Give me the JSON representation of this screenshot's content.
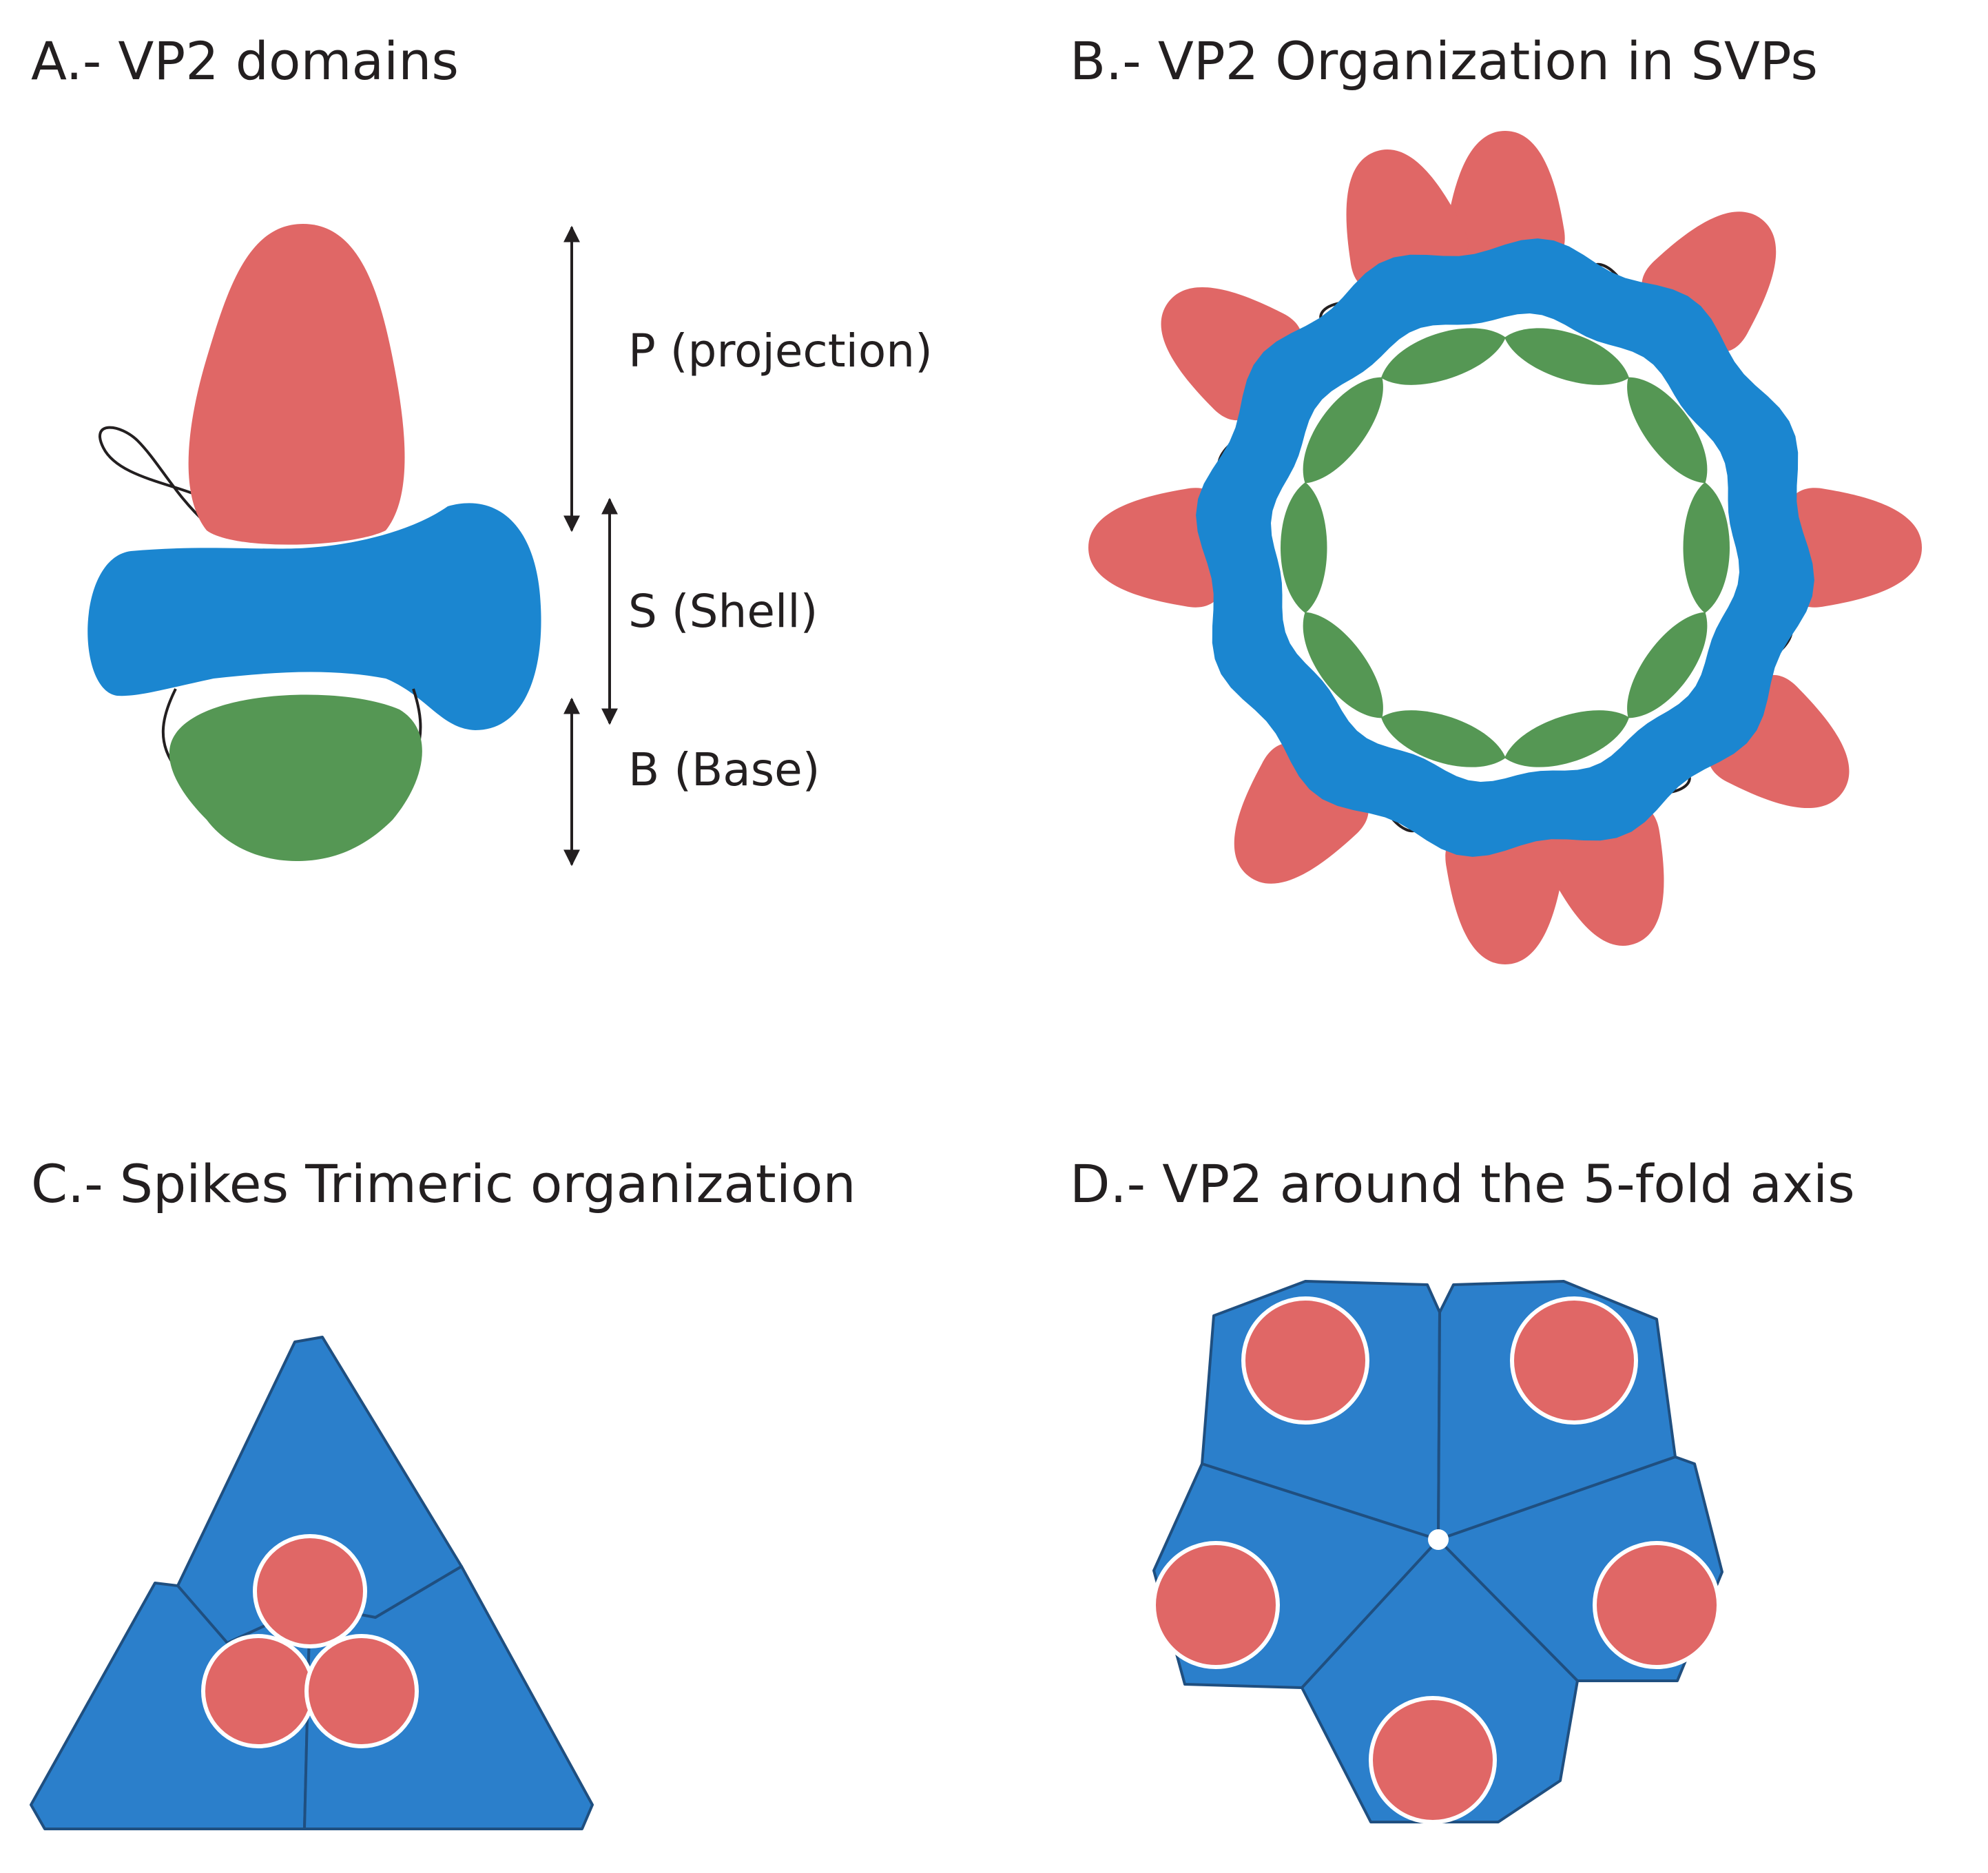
{
  "panels": {
    "a": {
      "title": "A.- VP2 domains",
      "labels": {
        "projection": "P (projection)",
        "shell": "S (Shell)",
        "base": "B (Base)"
      }
    },
    "b": {
      "title": "B.- VP2 Organization in SVPs"
    },
    "c": {
      "title": "C.- Spikes Trimeric organization"
    },
    "d": {
      "title": "D.- VP2 around the 5-fold axis"
    }
  },
  "colors": {
    "projection": "#e06766",
    "shell": "#1b86d0",
    "base": "#559754",
    "tile": "#2b7fcb",
    "tile_edge": "#1f4f80",
    "loop": "#231f20"
  }
}
